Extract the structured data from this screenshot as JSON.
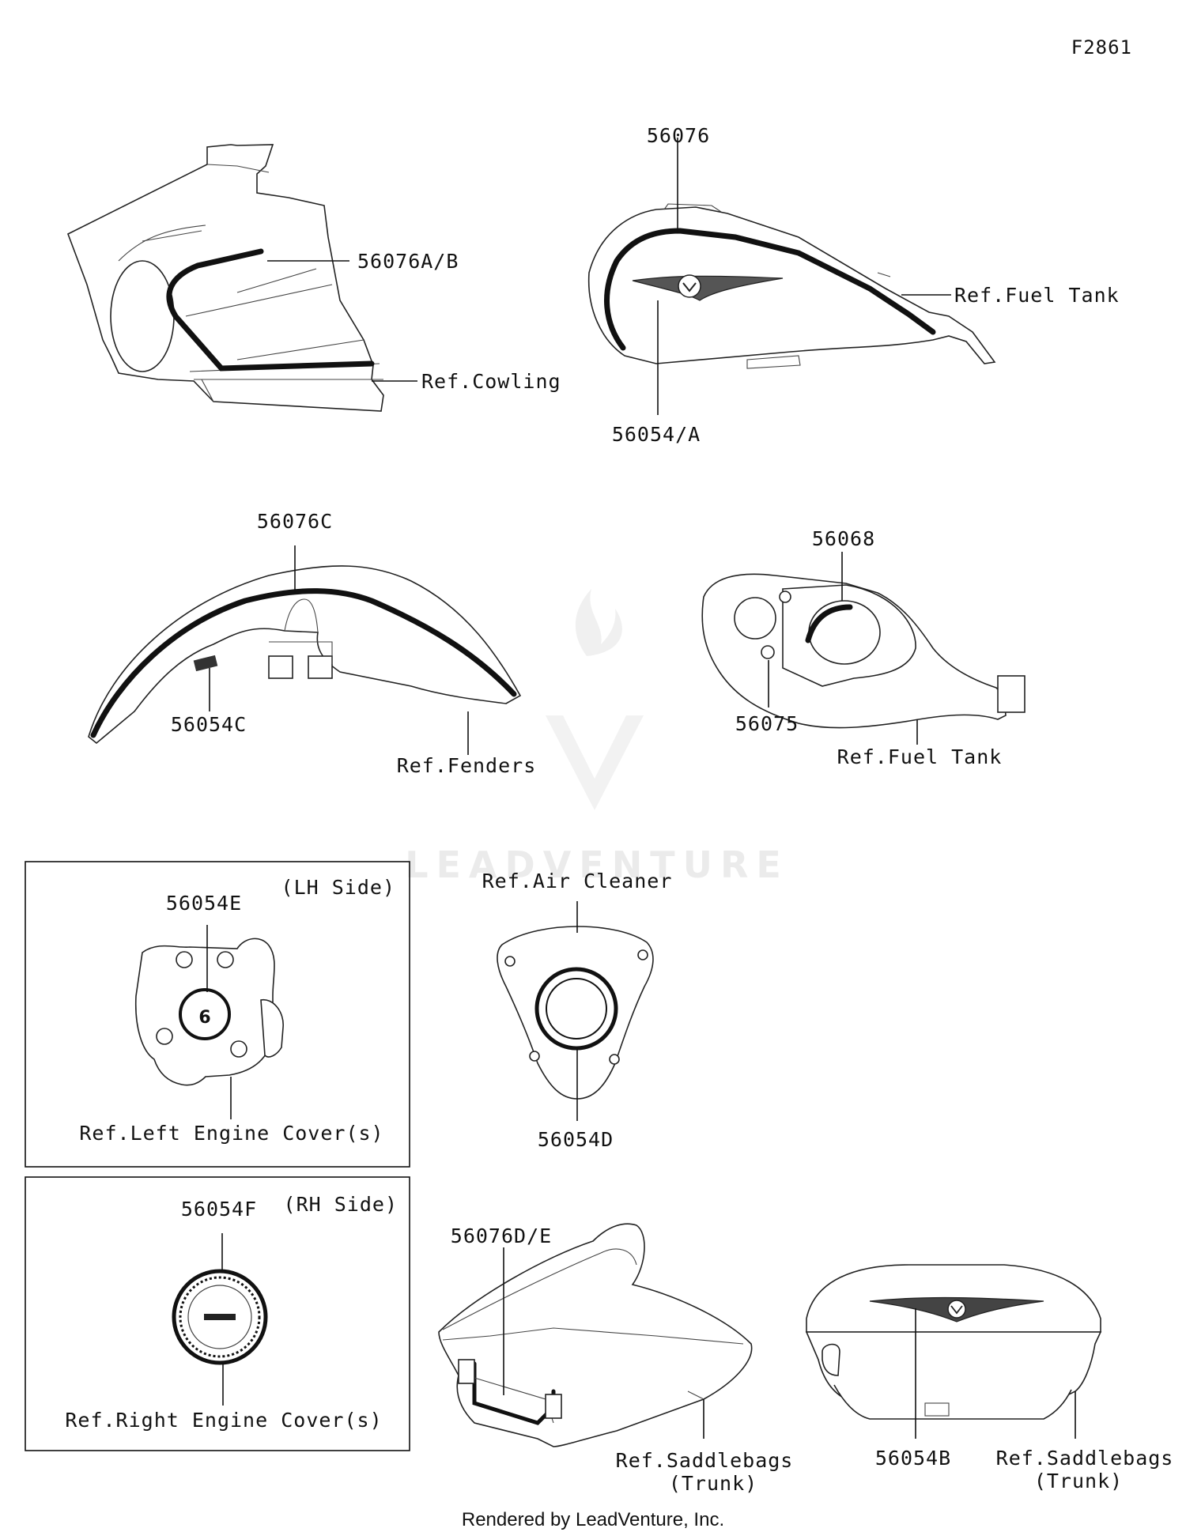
{
  "figure_code": "F2861",
  "footer": "Rendered by LeadVenture, Inc.",
  "watermark": "LEADVENTURE",
  "panels": {
    "lh_side": {
      "title": "(LH Side)"
    },
    "rh_side": {
      "title": "(RH Side)"
    }
  },
  "callouts": {
    "p56076": "56076",
    "p56076ab": "56076A/B",
    "ref_cowling": "Ref.Cowling",
    "ref_fuel_tank_top": "Ref.Fuel Tank",
    "p56054a": "56054/A",
    "p56076c": "56076C",
    "p56054c": "56054C",
    "ref_fenders": "Ref.Fenders",
    "p56068": "56068",
    "p56075": "56075",
    "ref_fuel_tank_mid": "Ref.Fuel Tank",
    "p56054e": "56054E",
    "ref_left_engine_cover": "Ref.Left Engine Cover(s)",
    "ref_air_cleaner": "Ref.Air Cleaner",
    "p56054d": "56054D",
    "p56054f": "56054F",
    "ref_right_engine_cover": "Ref.Right Engine Cover(s)",
    "p56076de": "56076D/E",
    "ref_saddlebags_trunk_1": "Ref.Saddlebags",
    "trunk_1": "(Trunk)",
    "p56054b": "56054B",
    "ref_saddlebags_trunk_2": "Ref.Saddlebags",
    "trunk_2": "(Trunk)"
  }
}
